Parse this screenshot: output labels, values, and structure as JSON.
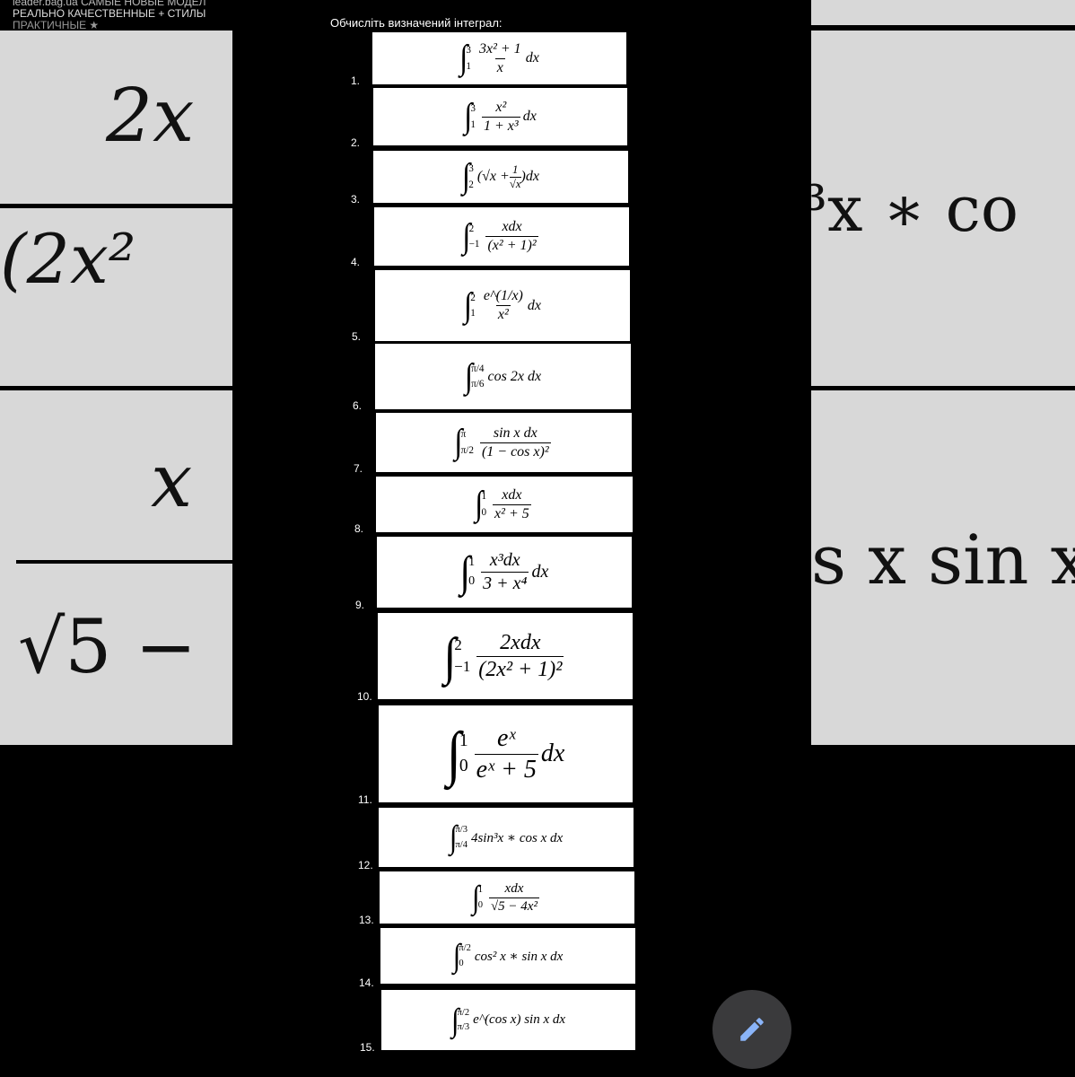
{
  "top_bar": {
    "line1": "leader.bag.ua САМЫЕ НОВЫЕ МОДЕЛ",
    "line2": "РЕАЛЬНО КАЧЕСТВЕННЫЕ + СТИЛЫ",
    "line3": "ПРАКТИЧНЫЕ ★"
  },
  "background": {
    "left_text_1": "2x",
    "left_text_2": "(2x²",
    "left_text_3": "x",
    "left_text_4": "√5 −",
    "right_text_1": "³x ∗ co",
    "right_text_2": "s x  sin x"
  },
  "worksheet": {
    "heading": "Обчисліть визначений інтеграл:",
    "items": [
      {
        "n": "1.",
        "a": "1",
        "b": "3",
        "num": "3x² + 1",
        "den": "x",
        "tail": "dx"
      },
      {
        "n": "2.",
        "a": "1",
        "b": "3",
        "num": "x²",
        "den": "1 + x³",
        "tail": "dx"
      },
      {
        "n": "3.",
        "a": "2",
        "b": "3",
        "expr": "(√x + ",
        "fn": "1",
        "fd": "√x",
        "tail": ")dx"
      },
      {
        "n": "4.",
        "a": "−1",
        "b": "2",
        "num": "xdx",
        "den": "(x² + 1)²",
        "tail": ""
      },
      {
        "n": "5.",
        "a": "1",
        "b": "2",
        "num": "e^(1/x)",
        "den": "x²",
        "tail": "dx"
      },
      {
        "n": "6.",
        "a": "π/6",
        "b": "π/4",
        "expr": "cos 2x dx"
      },
      {
        "n": "7.",
        "a": "π/2",
        "b": "π",
        "num": "sin x dx",
        "den": "(1 − cos x)²",
        "tail": ""
      },
      {
        "n": "8.",
        "a": "0",
        "b": "1",
        "num": "xdx",
        "den": "x² + 5",
        "tail": ""
      },
      {
        "n": "9.",
        "a": "0",
        "b": "1",
        "num": "x³dx",
        "den": "3 + x⁴",
        "tail": "dx"
      },
      {
        "n": "10.",
        "a": "−1",
        "b": "2",
        "num": "2xdx",
        "den": "(2x² + 1)²",
        "tail": ""
      },
      {
        "n": "11.",
        "a": "0",
        "b": "1",
        "num": "eˣ",
        "den": "eˣ + 5",
        "tail": "dx"
      },
      {
        "n": "12.",
        "a": "π/4",
        "b": "π/3",
        "expr": "4sin³x ∗ cos x dx"
      },
      {
        "n": "13.",
        "a": "0",
        "b": "1",
        "num": "xdx",
        "den": "√5 − 4x²",
        "tail": ""
      },
      {
        "n": "14.",
        "a": "0",
        "b": "π/2",
        "expr": "cos² x ∗ sin x dx"
      },
      {
        "n": "15.",
        "a": "π/3",
        "b": "π/2",
        "expr": "e^(cos x) sin x dx"
      }
    ]
  },
  "edit_button": {
    "icon": "pencil-icon",
    "color": "#8ab4f8"
  }
}
